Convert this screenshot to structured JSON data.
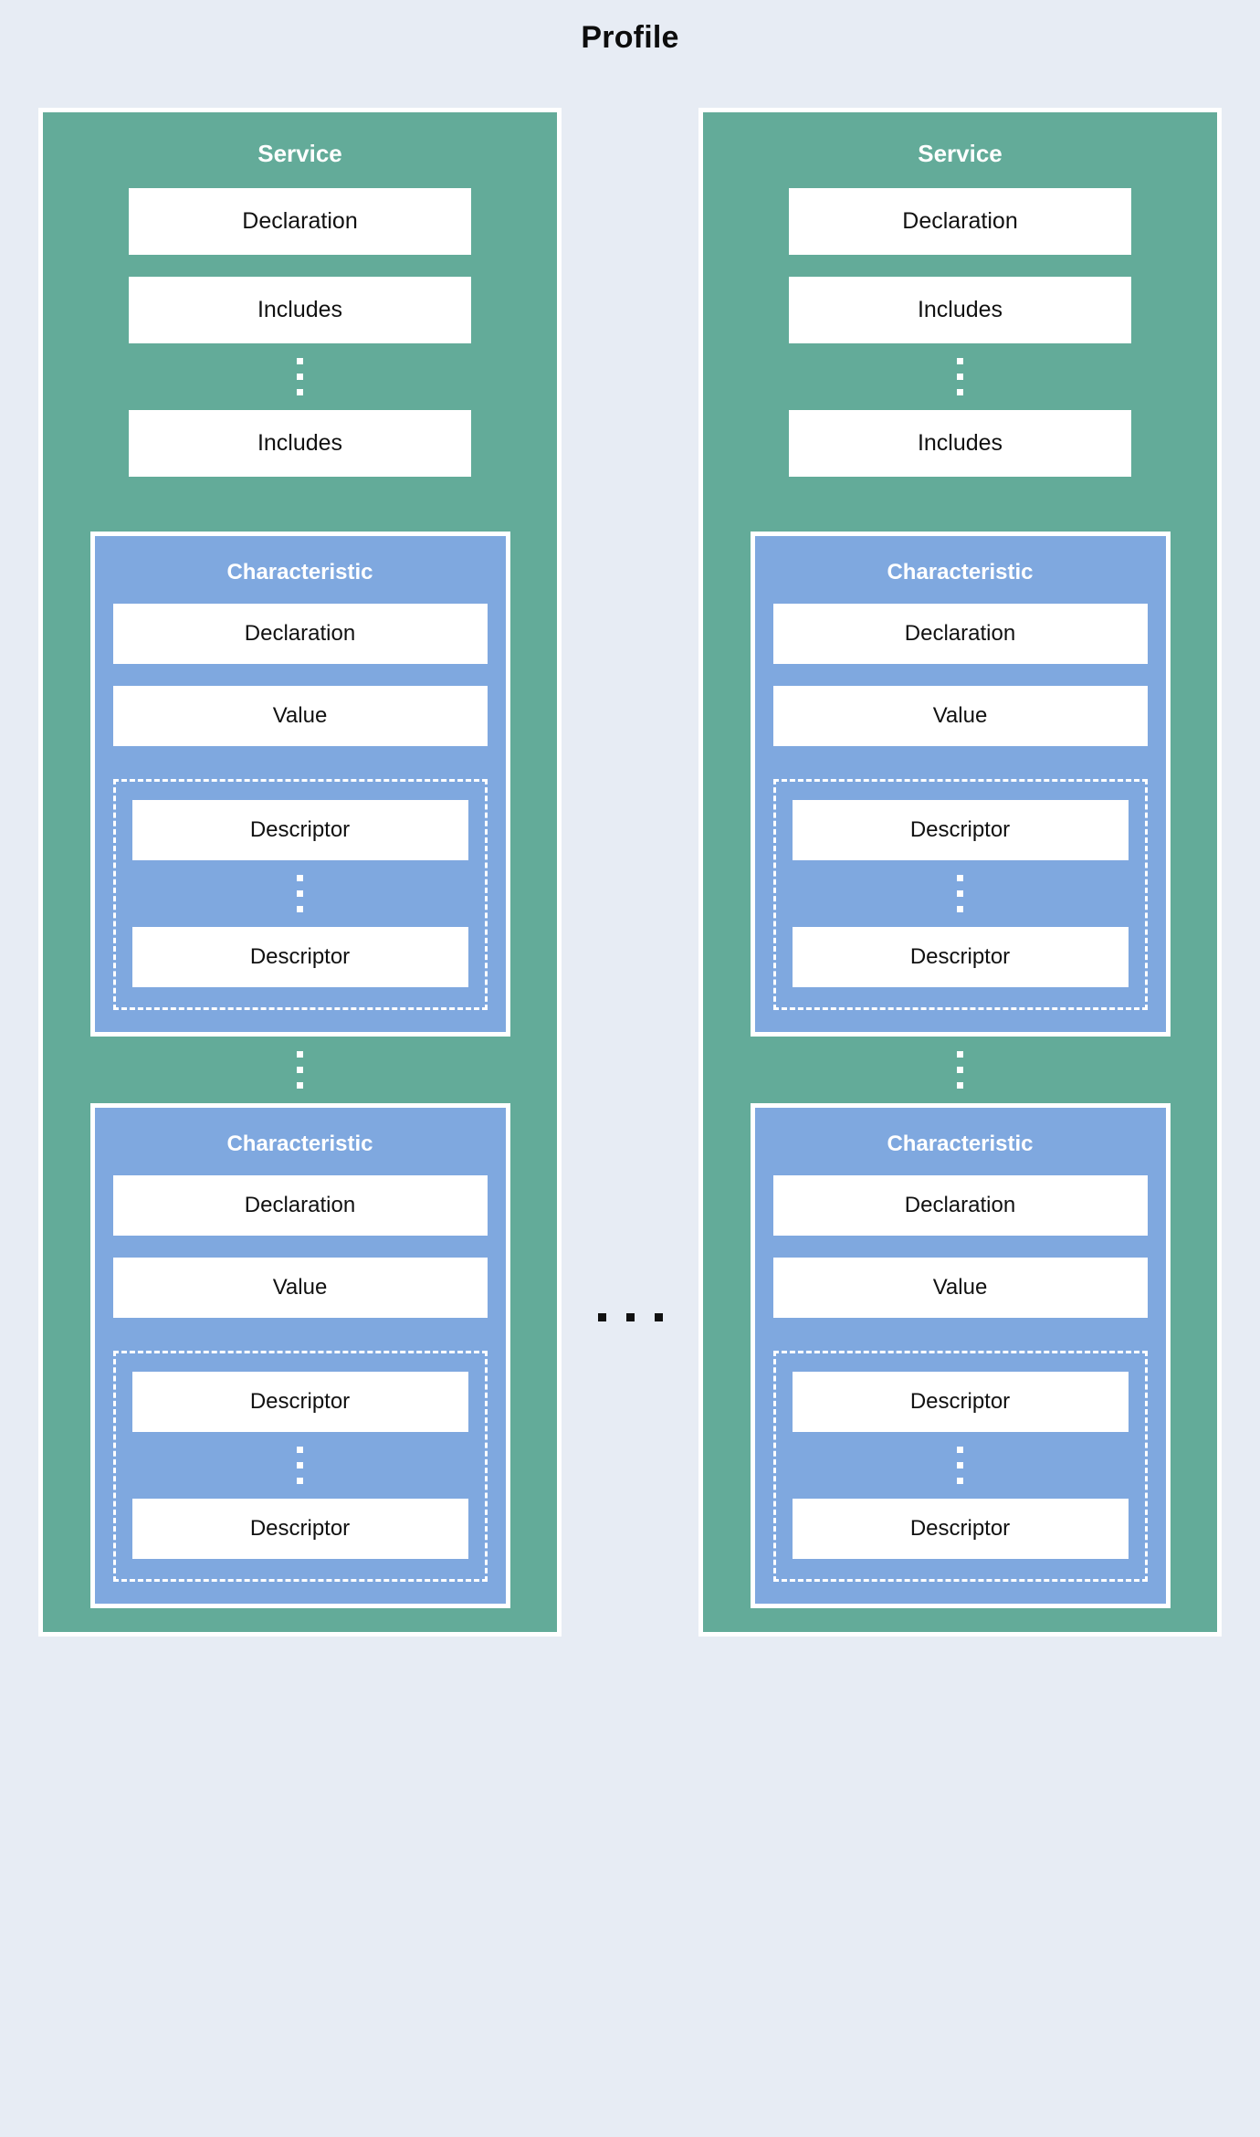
{
  "diagram": {
    "title": "Profile",
    "colors": {
      "background": "#e7ecf4",
      "service_fill": "#63ab99",
      "characteristic_fill": "#7fa8df",
      "box_fill": "#ffffff",
      "border": "#ffffff",
      "text_dark": "#111111",
      "text_light": "#ffffff"
    },
    "columns": [
      {
        "service": {
          "title": "Service",
          "items": [
            {
              "label": "Declaration"
            },
            {
              "label": "Includes"
            }
          ],
          "ellipsis_after_first_include": "vertical-ellipsis",
          "last_item": {
            "label": "Includes"
          },
          "characteristics": [
            {
              "title": "Characteristic",
              "declaration": "Declaration",
              "value": "Value",
              "descriptors": {
                "first": "Descriptor",
                "ellipsis": "vertical-ellipsis",
                "last": "Descriptor"
              }
            },
            {
              "title": "Characteristic",
              "declaration": "Declaration",
              "value": "Value",
              "descriptors": {
                "first": "Descriptor",
                "ellipsis": "vertical-ellipsis",
                "last": "Descriptor"
              }
            }
          ],
          "ellipsis_between_characteristics": "vertical-ellipsis"
        }
      },
      {
        "service": {
          "title": "Service",
          "items": [
            {
              "label": "Declaration"
            },
            {
              "label": "Includes"
            }
          ],
          "ellipsis_after_first_include": "vertical-ellipsis",
          "last_item": {
            "label": "Includes"
          },
          "characteristics": [
            {
              "title": "Characteristic",
              "declaration": "Declaration",
              "value": "Value",
              "descriptors": {
                "first": "Descriptor",
                "ellipsis": "vertical-ellipsis",
                "last": "Descriptor"
              }
            },
            {
              "title": "Characteristic",
              "declaration": "Declaration",
              "value": "Value",
              "descriptors": {
                "first": "Descriptor",
                "ellipsis": "vertical-ellipsis",
                "last": "Descriptor"
              }
            }
          ],
          "ellipsis_between_characteristics": "vertical-ellipsis"
        }
      }
    ],
    "between_columns_ellipsis": "horizontal-ellipsis"
  }
}
